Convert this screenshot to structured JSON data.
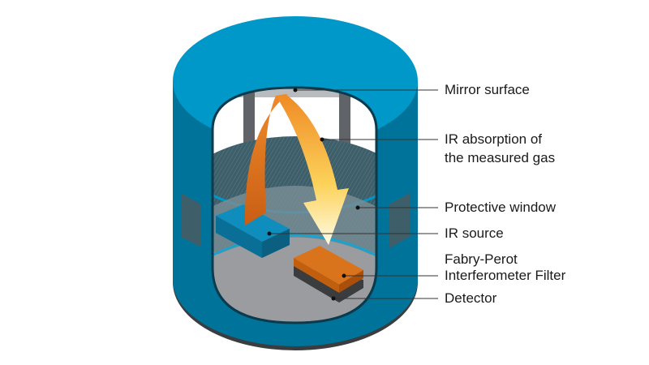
{
  "labels": {
    "mirror": "Mirror surface",
    "ir_absorption_1": "IR absorption of",
    "ir_absorption_2": "the measured gas",
    "protective_window": "Protective window",
    "ir_source": "IR source",
    "fpi_1": "Fabry-Perot",
    "fpi_2": "Interferometer Filter",
    "detector": "Detector"
  },
  "colors": {
    "body": "#00739a",
    "top": "#0098c8",
    "arrow_orange": "#e0731c",
    "arrow_yellow": "#fde68a",
    "floor": "#9a9c9f"
  }
}
